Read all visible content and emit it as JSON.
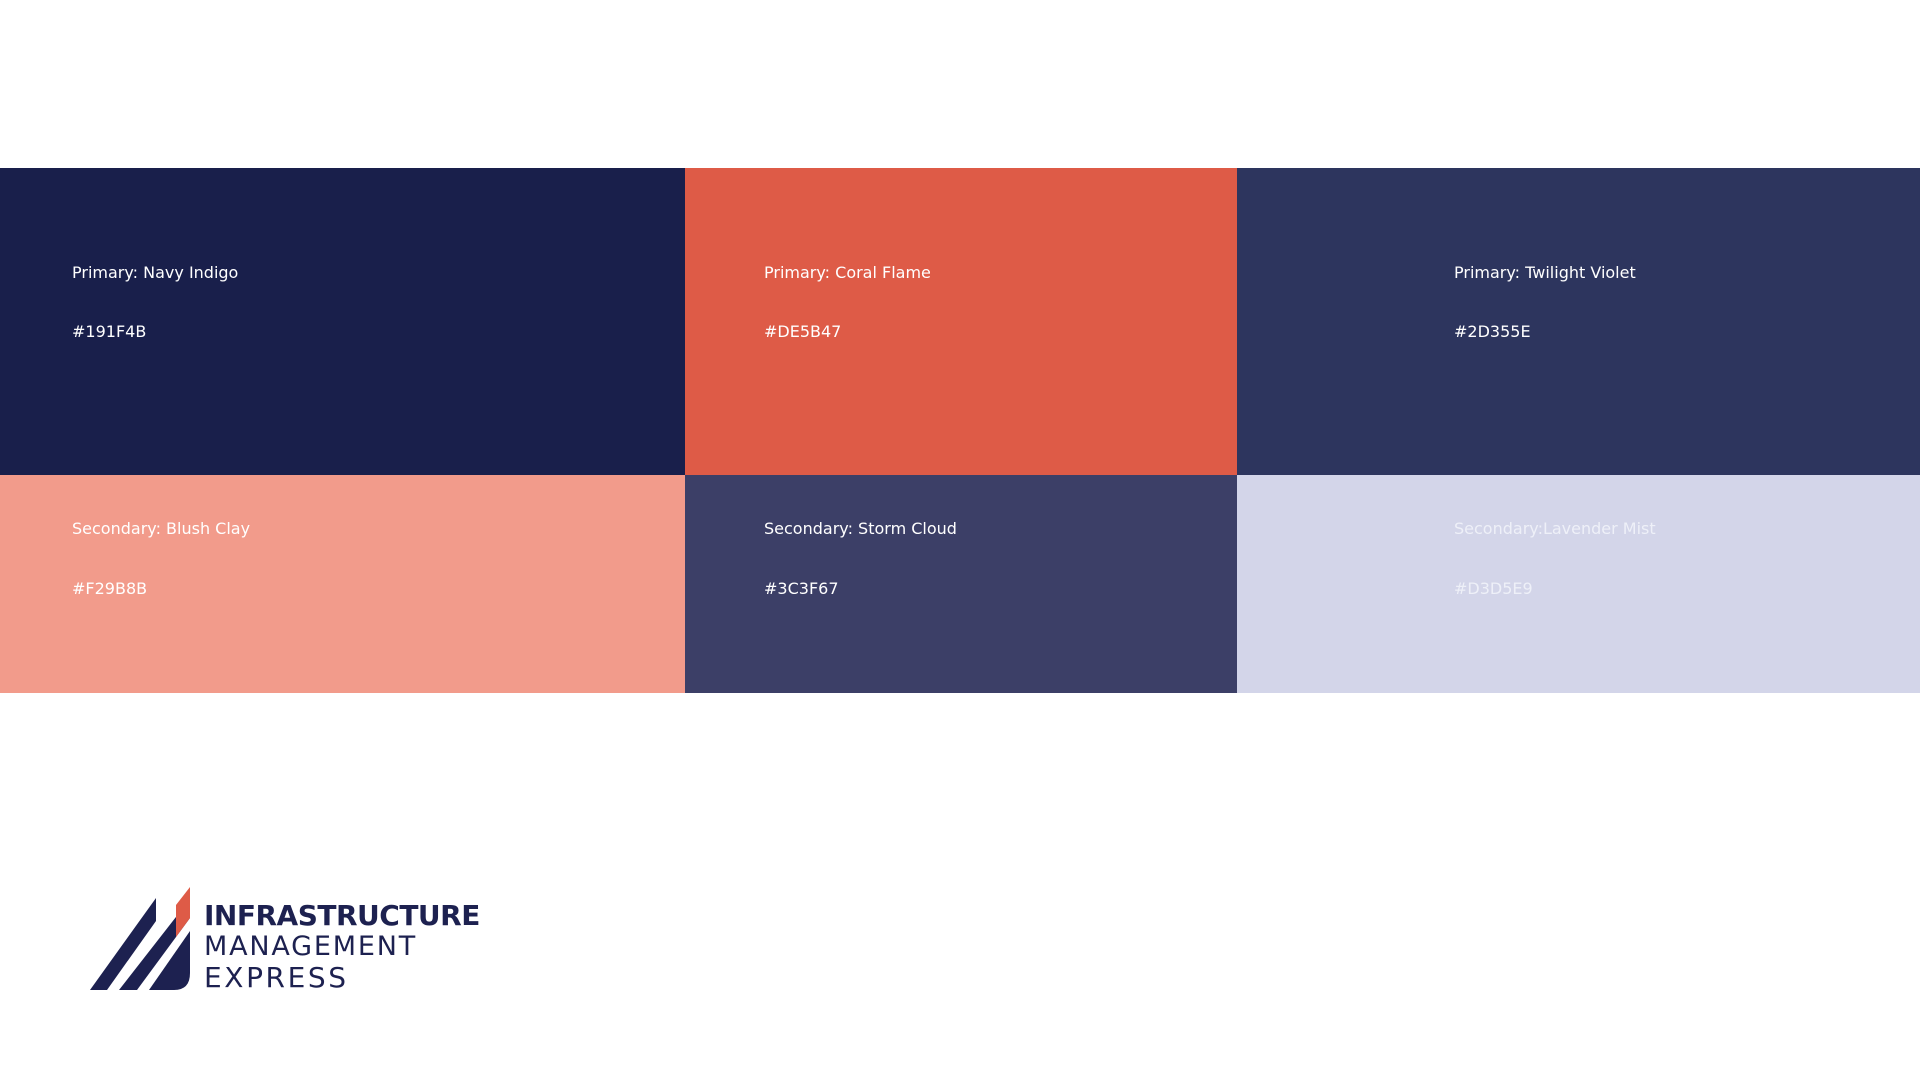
{
  "swatches": [
    {
      "id": "navy",
      "name": "Primary: Navy Indigo",
      "hex": "#191F4B",
      "color": "#191F4B"
    },
    {
      "id": "coral",
      "name": "Primary: Coral Flame",
      "hex": "#DE5B47",
      "color": "#DE5B47"
    },
    {
      "id": "twilight",
      "name": "Primary: Twilight Violet",
      "hex": "#2D355E",
      "color": "#2D355E"
    },
    {
      "id": "blush",
      "name": "Secondary: Blush Clay",
      "hex": "#F29B8B",
      "color": "#F29B8B"
    },
    {
      "id": "storm",
      "name": "Secondary: Storm Cloud",
      "hex": "#3C3F67",
      "color": "#3C3F67"
    },
    {
      "id": "lavender",
      "name": "Secondary:Lavender Mist",
      "hex": "#D3D5E9",
      "color": "#D3D5E9"
    }
  ],
  "logo": {
    "line1": "INFRASTRUCTURE",
    "line2": "MANAGEMENT",
    "line3": "EXPRESS",
    "icon": "diagonal-stripes-logo-icon",
    "brand_color": "#1D2150",
    "accent_color": "#DE5B47"
  }
}
